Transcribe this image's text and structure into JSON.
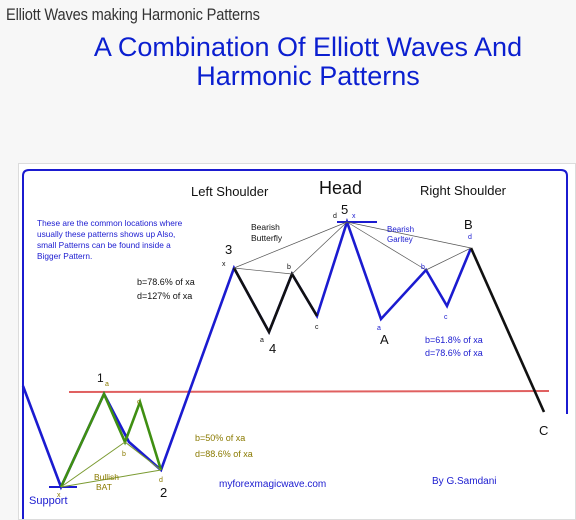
{
  "page": {
    "heading": "Elliott Waves making Harmonic Patterns",
    "title_line1": "A Combination Of Elliott Waves And",
    "title_line2": "Harmonic Patterns"
  },
  "diagram": {
    "labels": {
      "left_shoulder": "Left Shoulder",
      "head": "Head",
      "right_shoulder": "Right Shoulder",
      "support": "Support",
      "website": "myforexmagicwave.com",
      "author": "By G.Samdani"
    },
    "note": {
      "line1": "These are the common locations where",
      "line2": "usually these patterns shows up Also,",
      "line3": "small Patterns can be found inside a",
      "line4": "Bigger Pattern."
    },
    "waves": {
      "w1": "1",
      "w2": "2",
      "w3": "3",
      "w4": "4",
      "w5": "5",
      "wA": "A",
      "wB": "B",
      "wC": "C"
    },
    "patterns": {
      "bat": {
        "name_line1": "Bullish",
        "name_line2": "BAT",
        "ratio_b": "b=50% of xa",
        "ratio_d": "d=88.6% of xa",
        "pt_x": "x",
        "pt_a": "a",
        "pt_b": "b",
        "pt_c": "c",
        "pt_d": "d"
      },
      "butterfly": {
        "name_line1": "Bearish",
        "name_line2": "Butterfly",
        "ratio_b": "b=78.6% of xa",
        "ratio_d": "d=127% of xa",
        "pt_x": "x",
        "pt_a": "a",
        "pt_b": "b",
        "pt_c": "c",
        "pt_d": "d"
      },
      "gartley": {
        "name_line1": "Bearish",
        "name_line2": "Garltey",
        "ratio_b": "b=61.8% of xa",
        "ratio_d": "d=78.6% of xa",
        "pt_x": "x",
        "pt_a": "a",
        "pt_b": "b",
        "pt_c": "c",
        "pt_d": "d"
      }
    },
    "colors": {
      "frame": "#1b1bd0",
      "wave_blue": "#1b1bd0",
      "wave_black": "#111111",
      "bat_green": "#3f8f12",
      "resistance_red": "#e06060",
      "title_blue": "#0b1fd0"
    }
  }
}
